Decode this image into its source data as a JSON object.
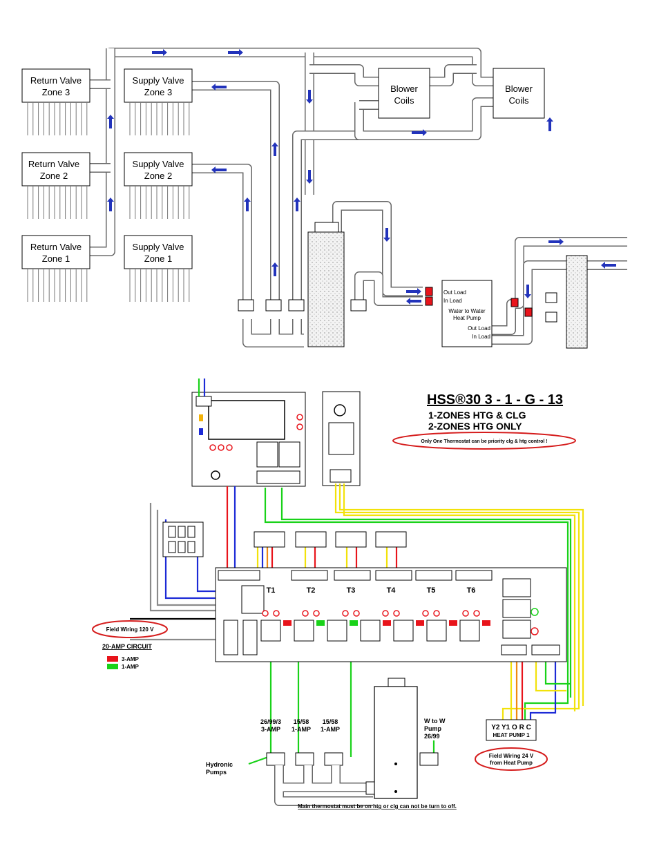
{
  "piping": {
    "return_valves": [
      {
        "line1": "Return Valve",
        "line2": "Zone 3"
      },
      {
        "line1": "Return Valve",
        "line2": "Zone 2"
      },
      {
        "line1": "Return Valve",
        "line2": "Zone 1"
      }
    ],
    "supply_valves": [
      {
        "line1": "Supply Valve",
        "line2": "Zone 3"
      },
      {
        "line1": "Supply Valve",
        "line2": "Zone 2"
      },
      {
        "line1": "Supply Valve",
        "line2": "Zone 1"
      }
    ],
    "blower_coils": [
      {
        "line1": "Blower",
        "line2": "Coils"
      },
      {
        "line1": "Blower",
        "line2": "Coils"
      }
    ],
    "heat_pump": {
      "out_load_top": "Out Load",
      "in_load_top": "In Load",
      "name_line1": "Water to Water",
      "name_line2": "Heat Pump",
      "out_load_bottom": "Out Load",
      "in_load_bottom": "In Load"
    }
  },
  "wiring": {
    "title": "HSS®30 3 - 1 - G - 13",
    "subtitle1": "1-ZONES HTG  & CLG",
    "subtitle2": "2-ZONES HTG ONLY",
    "note_oval": "Only One Thermostat can be priority clg & htg control !",
    "field_wiring_120": "Field Wiring 120 V",
    "circuit": "20-AMP CIRCUIT",
    "legend": [
      {
        "label": "3-AMP",
        "color": "#e8141b"
      },
      {
        "label": "1-AMP",
        "color": "#19d219"
      }
    ],
    "pump_specs": [
      {
        "line1": "26/99/3",
        "line2": "3-AMP"
      },
      {
        "line1": "15/58",
        "line2": "1-AMP"
      },
      {
        "line1": "15/58",
        "line2": "1-AMP"
      }
    ],
    "wtow_pump": {
      "line1": "W to W",
      "line2": "Pump",
      "line3": "26/99"
    },
    "hydronic": {
      "line1": "Hydronic",
      "line2": "Pumps"
    },
    "terminal_strip": "Y2 Y1 O R C",
    "heat_pump_label": "HEAT PUMP 1",
    "field_wiring_24_line1": "Field Wiring 24 V",
    "field_wiring_24_line2": "from Heat Pump",
    "footer_note": "Main thermostat must be on htg or clg can not be turn to off.",
    "zone_labels": [
      "T1",
      "T2",
      "T3",
      "T4",
      "T5",
      "T6"
    ]
  },
  "colors": {
    "pipe": "#666666",
    "flow_arrow": "#2233bb",
    "wire_red": "#e8141b",
    "wire_blue": "#1c2ad6",
    "wire_yellow": "#f2e20a",
    "wire_green": "#19d219",
    "wire_orange": "#f08a10",
    "wire_gray": "#8a8a8a",
    "oval": "#d51c1c"
  }
}
